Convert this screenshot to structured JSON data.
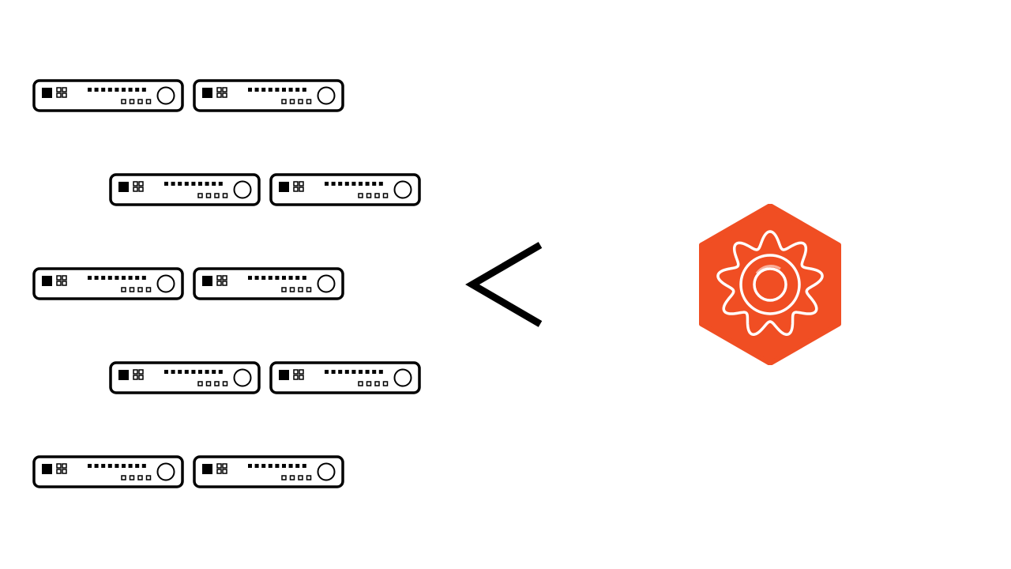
{
  "diagram": {
    "server_rows": [
      {
        "units": 2
      },
      {
        "units": 2
      },
      {
        "units": 2
      },
      {
        "units": 2
      },
      {
        "units": 2
      }
    ],
    "comparison_symbol": "less-than",
    "logo_icon": "gear-hexagon-icon",
    "colors": {
      "server_stroke": "#000000",
      "logo_fill": "#f04e23",
      "logo_line": "#ffffff"
    }
  }
}
